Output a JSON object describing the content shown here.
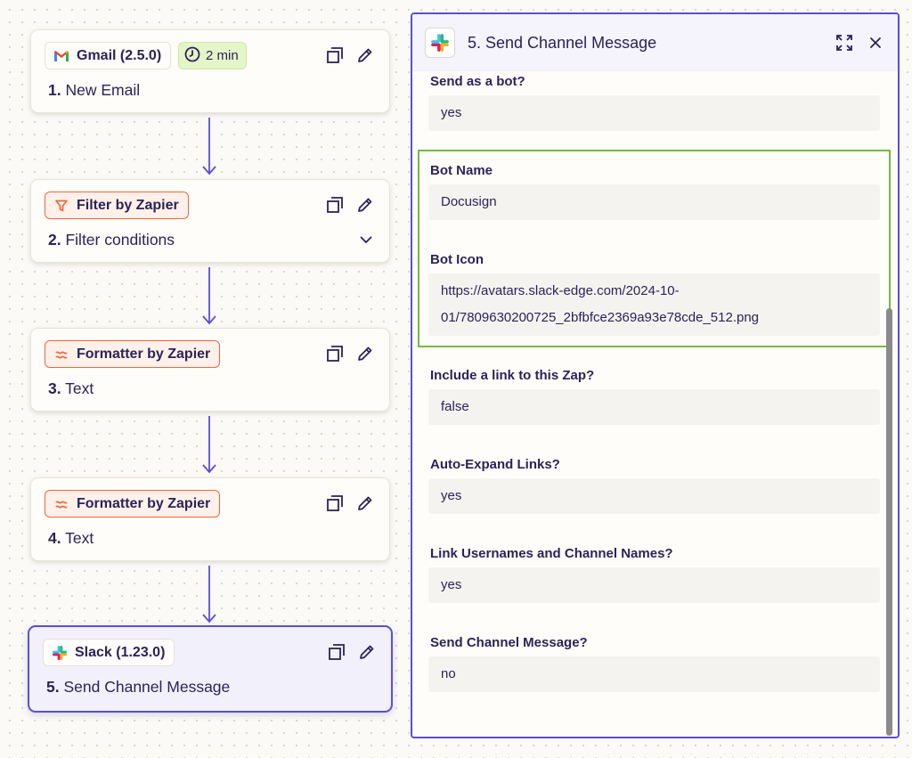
{
  "steps": [
    {
      "app_label": "Gmail (2.5.0)",
      "app_icon": "gmail-icon",
      "time_badge": "2 min",
      "number": "1.",
      "title": "New Email",
      "badge_style": "neutral"
    },
    {
      "app_label": "Filter by Zapier",
      "app_icon": "filter-icon",
      "number": "2.",
      "title": "Filter conditions",
      "badge_style": "orange"
    },
    {
      "app_label": "Formatter by Zapier",
      "app_icon": "formatter-icon",
      "number": "3.",
      "title": "Text",
      "badge_style": "orange"
    },
    {
      "app_label": "Formatter by Zapier",
      "app_icon": "formatter-icon",
      "number": "4.",
      "title": "Text",
      "badge_style": "orange"
    },
    {
      "app_label": "Slack (1.23.0)",
      "app_icon": "slack-icon",
      "number": "5.",
      "title": "Send Channel Message",
      "badge_style": "neutral",
      "selected": true
    }
  ],
  "panel": {
    "title": "5. Send Channel Message",
    "app_icon": "slack-icon",
    "fields": [
      {
        "label": "Send as a bot?",
        "value": "yes"
      },
      {
        "label": "Bot Name",
        "value": "Docusign"
      },
      {
        "label": "Bot Icon",
        "value_line1": "https://avatars.slack-edge.com/2024-10-",
        "value_line2": "01/7809630200725_2bfbfce2369a93e78cde_512.png"
      },
      {
        "label": "Include a link to this Zap?",
        "value": "false"
      },
      {
        "label": "Auto-Expand Links?",
        "value": "yes"
      },
      {
        "label": "Link Usernames and Channel Names?",
        "value": "yes"
      },
      {
        "label": "Send Channel Message?",
        "value": "no"
      }
    ],
    "highlight_color": "#76b842"
  },
  "colors": {
    "accent": "#5b4ed6",
    "orange": "#f0663b",
    "time_badge_bg": "#e4f5c8"
  }
}
